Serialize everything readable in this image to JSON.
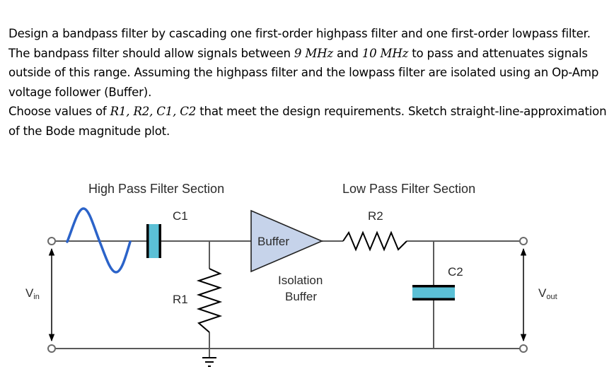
{
  "problem": {
    "p1_part1": "Design a bandpass filter by cascading one first-order highpass filter and one first-order lowpass filter. The bandpass filter should allow signals between ",
    "freq_low": "9 MHz",
    "p1_part2": " and ",
    "freq_high": "10 MHz",
    "p1_part3": " to pass and attenuates signals outside of this range. Assuming the highpass filter and the lowpass filter are isolated using an Op-Amp voltage follower (Buffer).",
    "p2_part1": "Choose values of ",
    "components": "R1, R2, C1, C2",
    "p2_part2": " that meet the design requirements. Sketch straight-line-approximation of the Bode magnitude plot."
  },
  "circuit": {
    "hp_section_label": "High Pass Filter Section",
    "lp_section_label": "Low Pass Filter Section",
    "c1_label": "C1",
    "r1_label": "R1",
    "r2_label": "R2",
    "c2_label": "C2",
    "buffer_label": "Buffer",
    "isolation_line1": "Isolation",
    "isolation_line2": "Buffer",
    "vin_main": "V",
    "vin_sub": "in",
    "vout_main": "V",
    "vout_sub": "out"
  },
  "colors": {
    "wire": "#5a5a5a",
    "signal_blue": "#2b63c9",
    "capacitor_fill": "#5bc0d6",
    "buffer_fill": "#c6d3ea"
  }
}
